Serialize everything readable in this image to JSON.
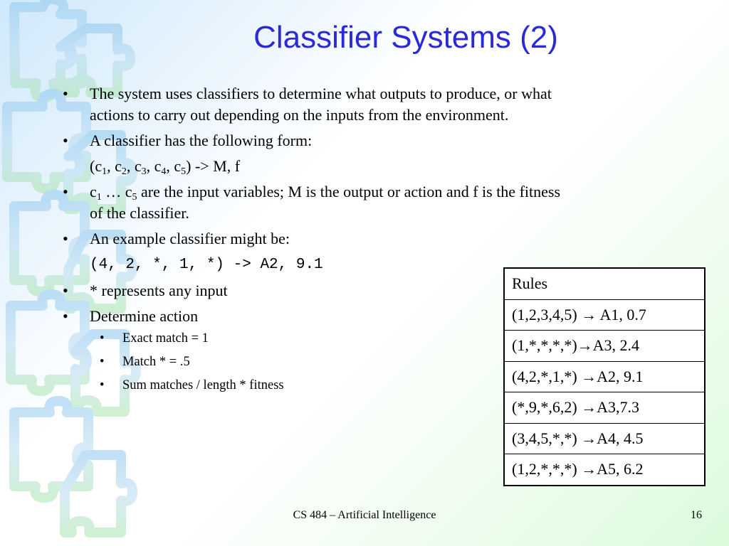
{
  "title": "Classifier Systems (2)",
  "bullets": {
    "b1_line1": "The system uses classifiers to determine what outputs to produce, or what",
    "b1_line2": "actions to carry out depending on the inputs from the environment.",
    "b2": "A classifier has the following form:",
    "form_line": "(c1, c2, c3, c4, c5) -> M, f",
    "b3_line1": "c1 … c5 are the input variables; M is the output or action and f is the fitness",
    "b3_line2": "of the classifier.",
    "b4": "An example classifier might be:",
    "example": "(4, 2, *, 1, *) -> A2, 9.1",
    "b5": "* represents any input",
    "b6": "Determine action",
    "sub1": "Exact match = 1",
    "sub2": "Match * = .5",
    "sub3": "Sum matches / length * fitness"
  },
  "rules_table": {
    "header": "Rules",
    "rows": [
      "(1,2,3,4,5) → A1, 0.7",
      "(1,*,*,*,*)→A3, 2.4",
      "(4,2,*,1,*) →A2, 9.1",
      "(*,9,*,6,2) →A3,7.3",
      "(3,4,5,*,*) →A4, 4.5",
      "(1,2,*,*,*) →A5, 6.2"
    ]
  },
  "footer": "CS 484 – Artificial Intelligence",
  "page_number": "16"
}
